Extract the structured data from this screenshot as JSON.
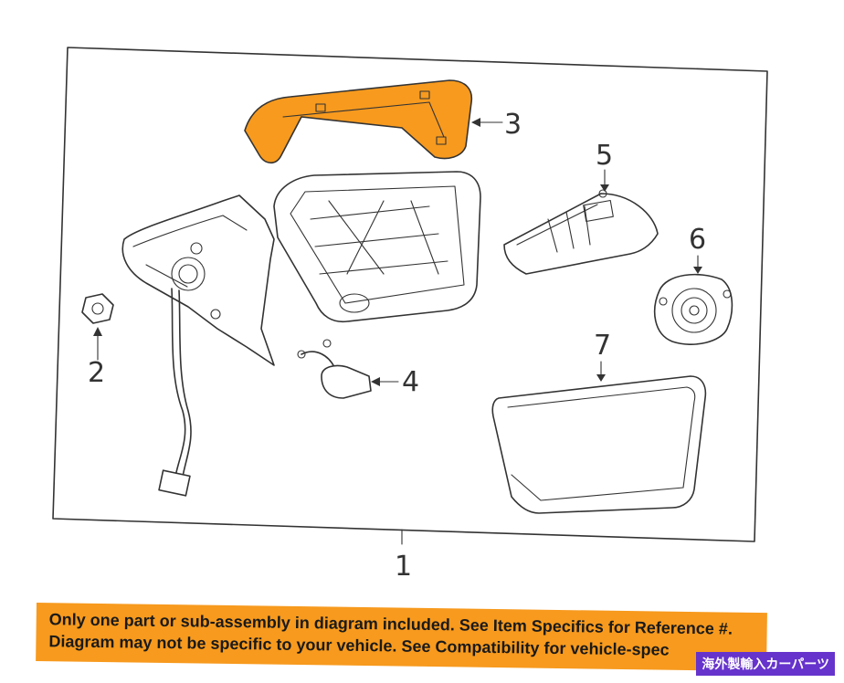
{
  "callouts": {
    "c1": "1",
    "c2": "2",
    "c3": "3",
    "c4": "4",
    "c5": "5",
    "c6": "6",
    "c7": "7"
  },
  "colors": {
    "highlight": "#f79a1e",
    "badge": "#6633cc",
    "lines": "#333333"
  },
  "notice": {
    "line1": "Only one part or sub-assembly in diagram included. See Item Specifics for Reference #.",
    "line2": "Diagram may not be specific to your vehicle. See Compatibility for vehicle-spec"
  },
  "badge": {
    "text": "海外製輸入カーパーツ"
  }
}
